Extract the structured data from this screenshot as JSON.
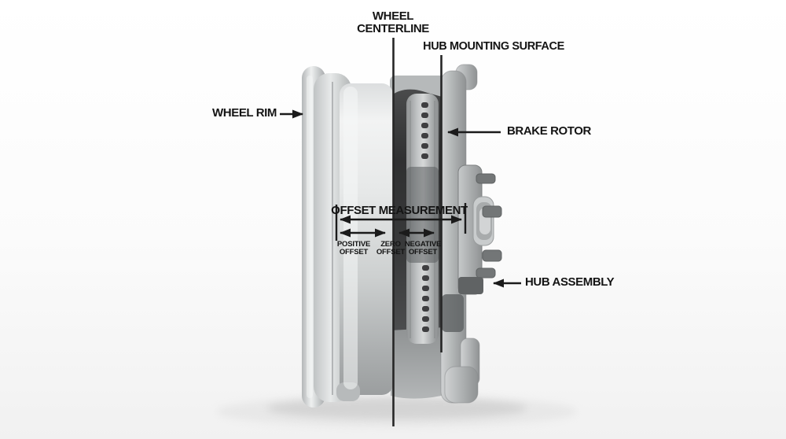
{
  "diagram": {
    "subject": "wheel-offset-cross-section",
    "labels": {
      "wheel_centerline": {
        "line1": "WHEEL",
        "line2": "CENTERLINE"
      },
      "hub_mounting_surface": {
        "text": "HUB MOUNTING SURFACE"
      },
      "wheel_rim": {
        "text": "WHEEL RIM"
      },
      "brake_rotor": {
        "text": "BRAKE ROTOR"
      },
      "offset_measurement": {
        "text": "OFFSET MEASUREMENT"
      },
      "positive_offset": {
        "line1": "POSITIVE",
        "line2": "OFFSET"
      },
      "zero_offset": {
        "line1": "ZERO",
        "line2": "OFFSET"
      },
      "negative_offset": {
        "line1": "NEGATIVE",
        "line2": "OFFSET"
      },
      "hub_assembly": {
        "text": "HUB ASSEMBLY"
      }
    },
    "colors": {
      "background": "#fbfbfb",
      "label_text": "#141414",
      "leader_line": "#1c1c1c",
      "rim_silver": "#d7d9d9",
      "barrel_highlight": "#f4f5f5",
      "interior_dark": "#3a3b3c",
      "rotor_gray": "#b8bbbc",
      "rotor_vent": "#3e3e40",
      "hub_gray": "#a9acad",
      "stud_gray": "#737677",
      "shadow": "#c9c9c9"
    }
  }
}
